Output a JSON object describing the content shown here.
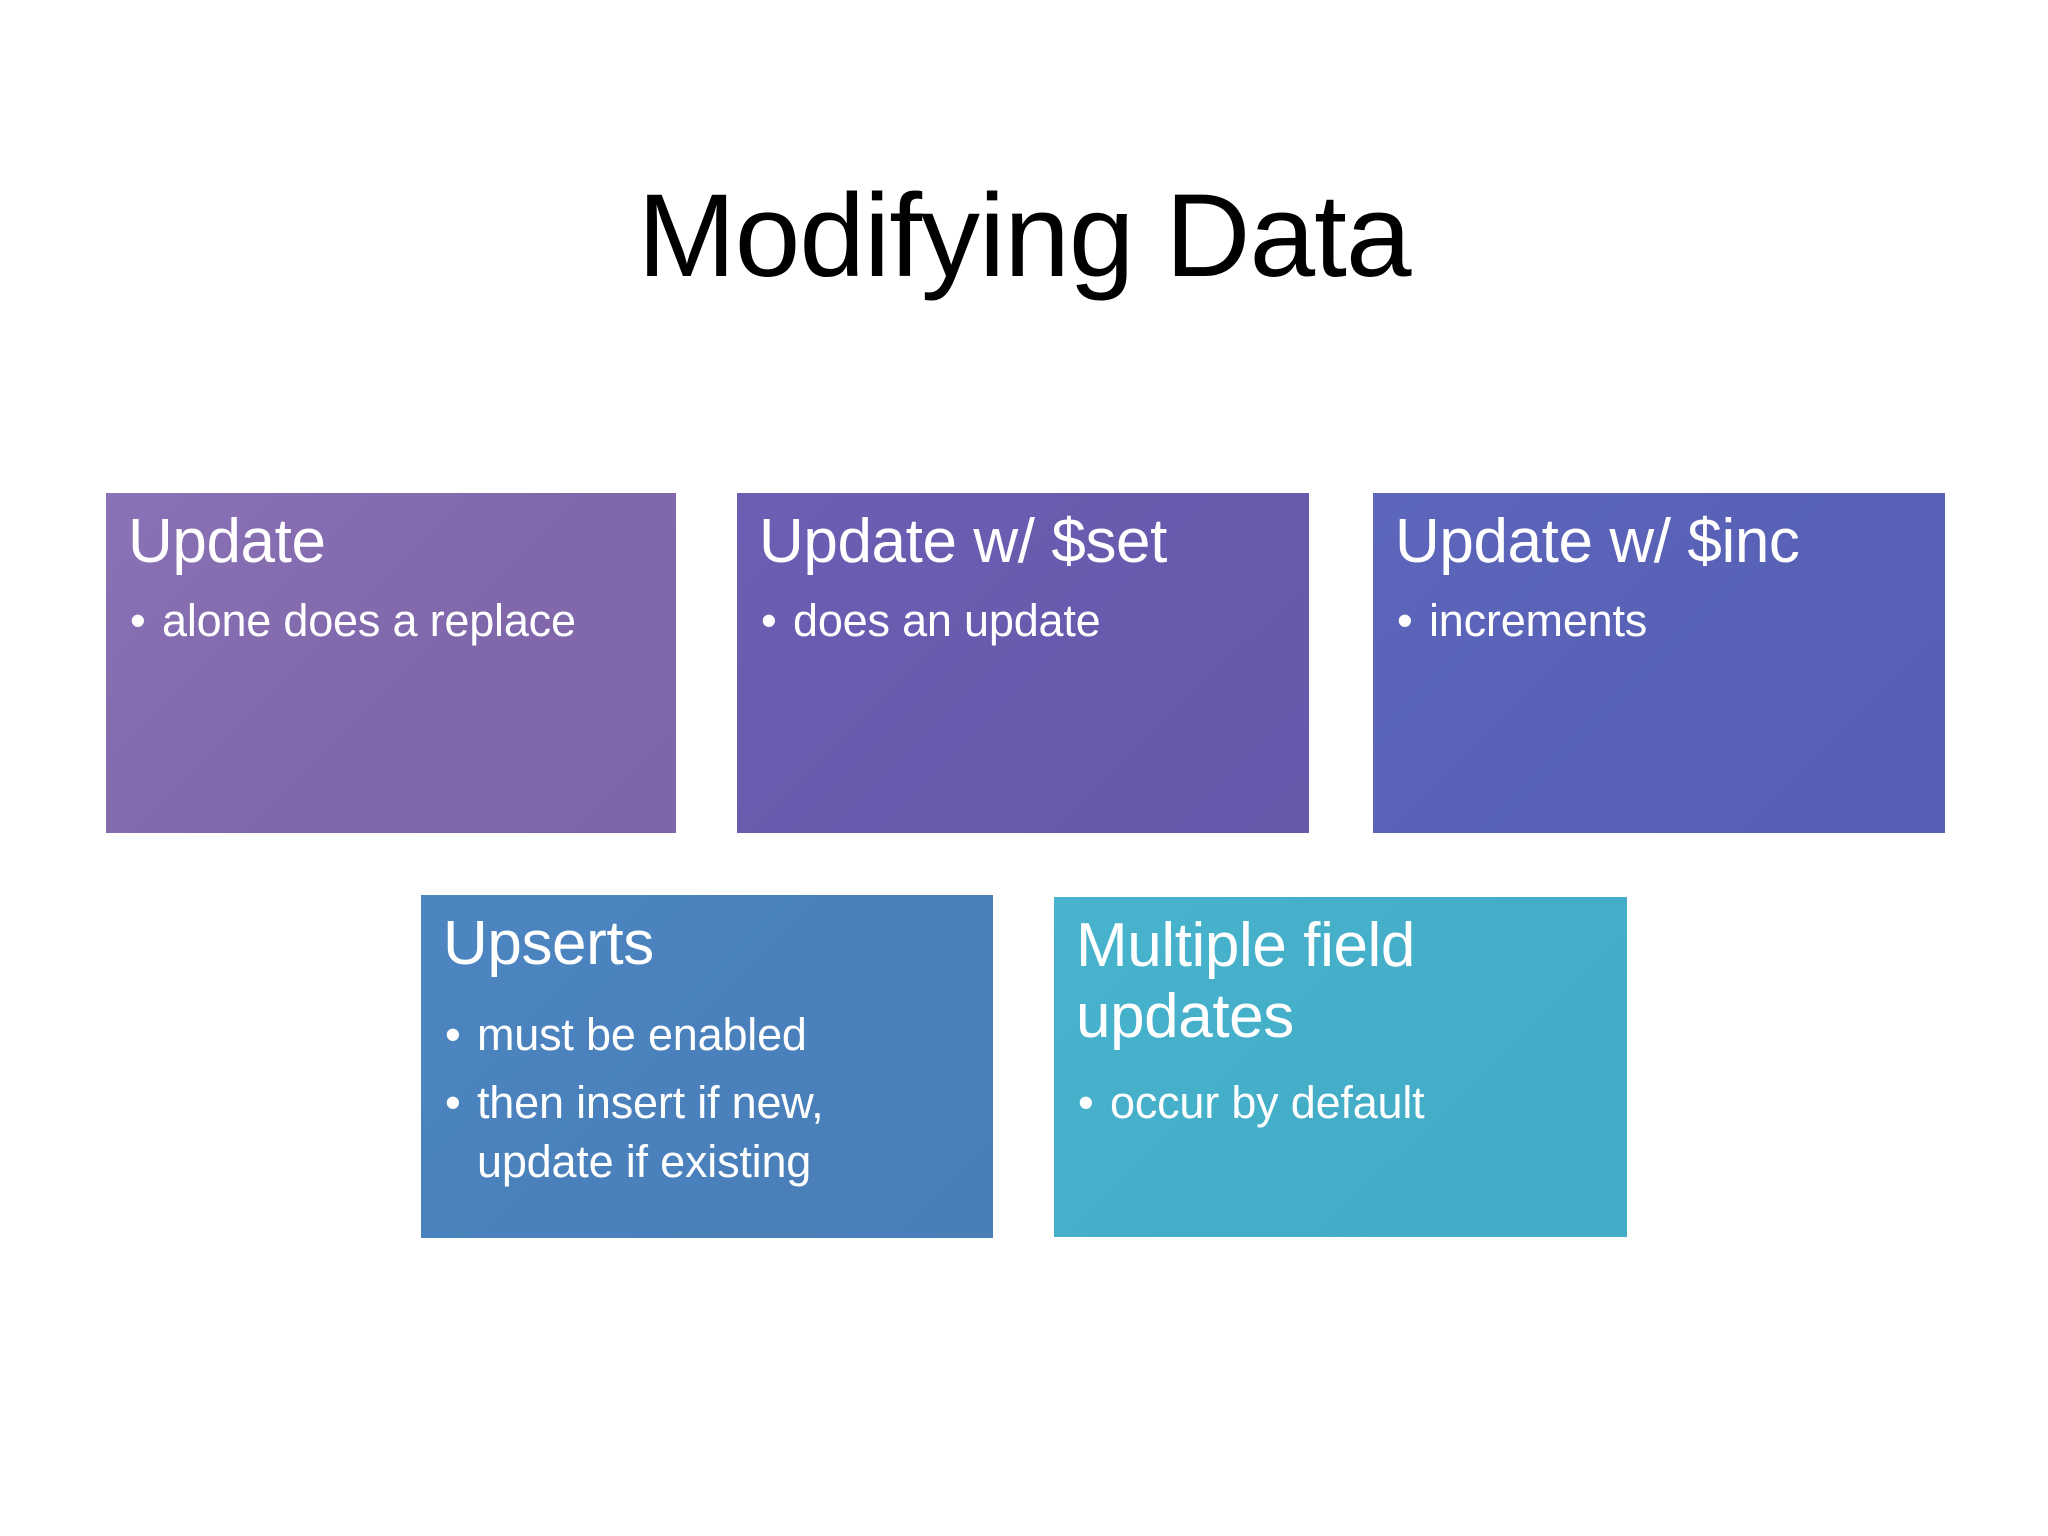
{
  "slide": {
    "title": "Modifying Data",
    "background_color": "#ffffff",
    "title_color": "#000000"
  },
  "cards": [
    {
      "id": "update",
      "title": "Update",
      "color": "#8068ab",
      "bullet_glyph": "•",
      "bullets": [
        "alone does a replace"
      ]
    },
    {
      "id": "update-set",
      "title": "Update w/ $set",
      "color": "#685aad",
      "bullet_glyph": "•",
      "bullets": [
        "does an update"
      ]
    },
    {
      "id": "update-inc",
      "title": "Update w/ $inc",
      "color": "#5861b6",
      "bullet_glyph": "•",
      "bullets": [
        "increments"
      ]
    },
    {
      "id": "upserts",
      "title": "Upserts",
      "color": "#4a80bb",
      "bullet_glyph": "•",
      "bullets": [
        "must be enabled",
        "then insert if new, update if existing"
      ]
    },
    {
      "id": "multi-field",
      "title": "Multiple field updates",
      "color": "#44aec8",
      "bullet_glyph": "•",
      "bullets": [
        "occur by default"
      ]
    }
  ]
}
